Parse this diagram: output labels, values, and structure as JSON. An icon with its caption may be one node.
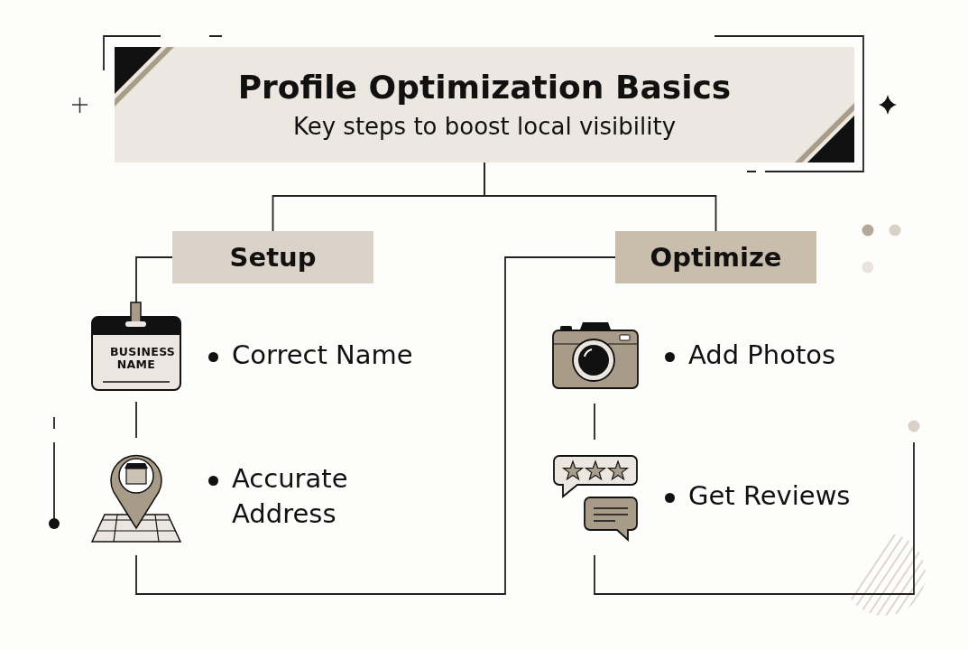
{
  "diagram": {
    "nodes": [
      {
        "text": [
          "Profile Optimization Basics",
          "Key steps to boost local visibility"
        ]
      },
      {
        "text": [
          "Setup"
        ]
      },
      {
        "text": [
          "Optimize"
        ]
      },
      {
        "text": [
          "BUSINESS NAME"
        ],
        "beside": [
          "Correct Name"
        ]
      },
      {
        "text": [],
        "shape": "picture",
        "beside": [
          "Accurate Address"
        ]
      },
      {
        "text": [],
        "shape": "picture",
        "beside": [
          "Add Photos"
        ]
      },
      {
        "text": [],
        "shape": "picture",
        "beside": [
          "Get Reviews"
        ]
      }
    ],
    "edges": [
      {
        "from": 0,
        "to": 1,
        "arrow": "none"
      },
      {
        "from": 0,
        "to": 2,
        "arrow": "none"
      },
      {
        "from": 1,
        "to": 3,
        "arrow": "none"
      },
      {
        "from": 3,
        "to": 4,
        "arrow": "none"
      },
      {
        "from": 4,
        "to": 2,
        "arrow": "none"
      },
      {
        "from": 5,
        "to": 6,
        "arrow": "none"
      },
      {
        "from": 6,
        "to": null,
        "arrow": "none"
      }
    ]
  }
}
